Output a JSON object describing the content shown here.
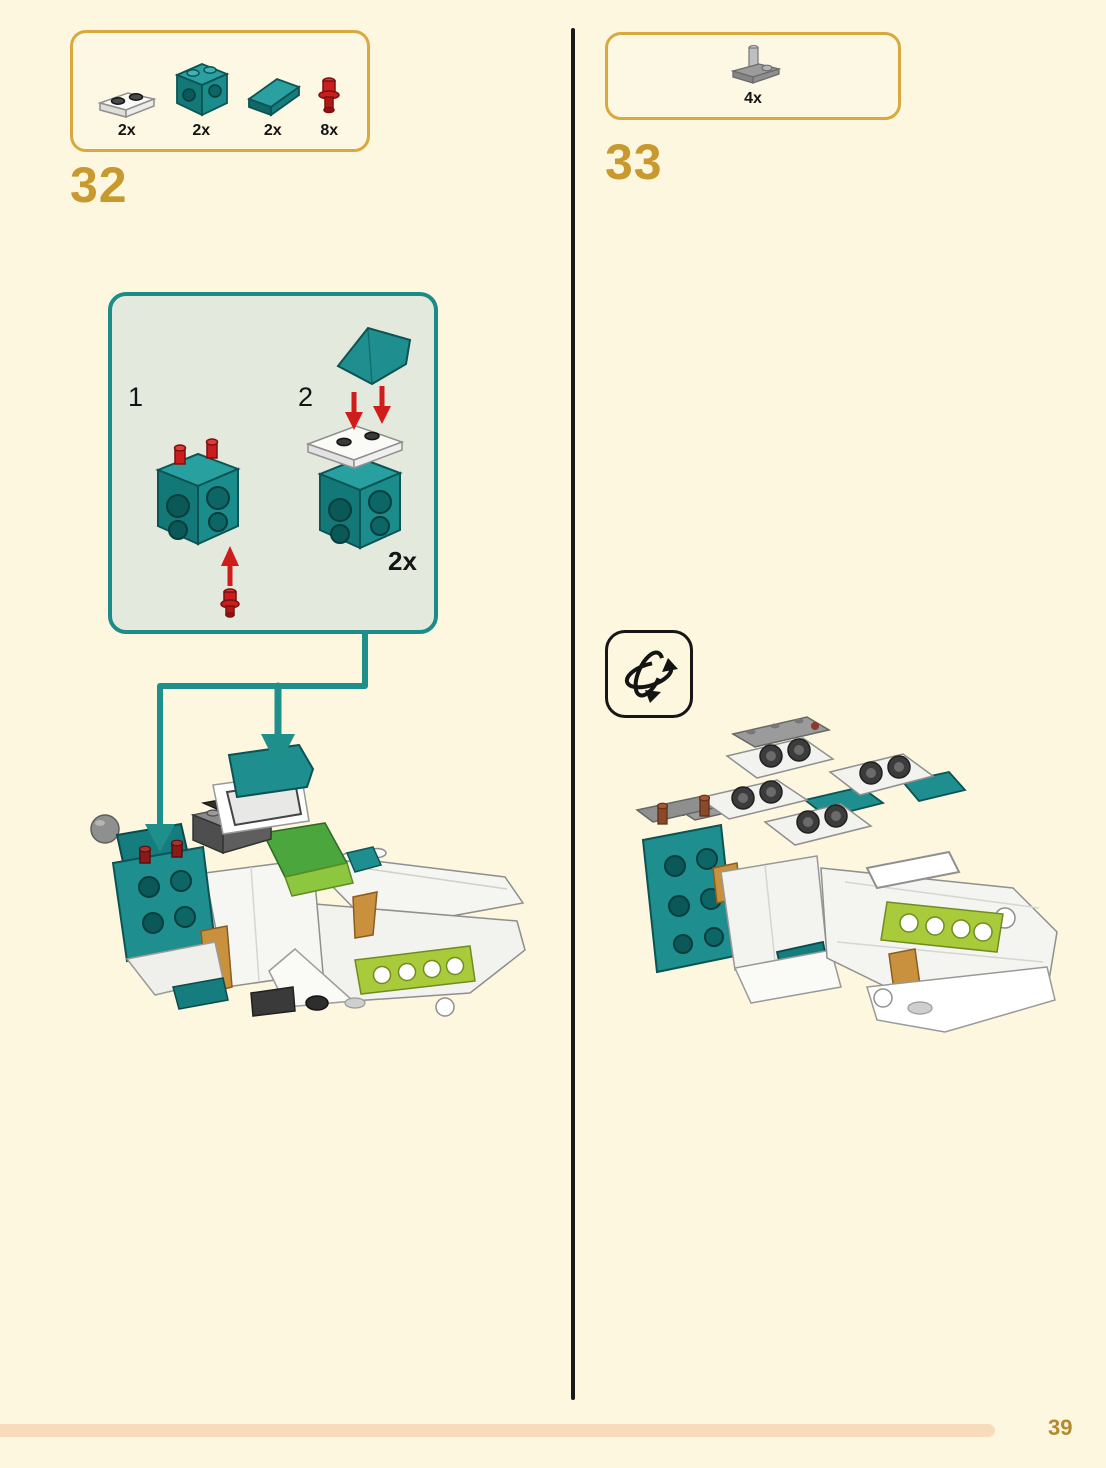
{
  "colors": {
    "page_background": "#FCF7DE",
    "accent_gold": "#C7992F",
    "teal": "#1F8E8E",
    "red": "#C81E1E",
    "lime": "#A9CB3B",
    "footer_bar": "#F8DBBA"
  },
  "page": {
    "number": "39"
  },
  "step_32": {
    "number": "32",
    "parts": [
      {
        "count": "2x",
        "icon": "white-plate-icon"
      },
      {
        "count": "2x",
        "icon": "teal-technic-brick-icon"
      },
      {
        "count": "2x",
        "icon": "teal-wedge-icon"
      },
      {
        "count": "8x",
        "icon": "red-pin-icon"
      }
    ],
    "subassembly": {
      "step_1_label": "1",
      "step_2_label": "2",
      "quantity": "2x"
    }
  },
  "step_33": {
    "number": "33",
    "parts": [
      {
        "count": "4x",
        "icon": "gray-bar-plate-icon"
      }
    ]
  }
}
